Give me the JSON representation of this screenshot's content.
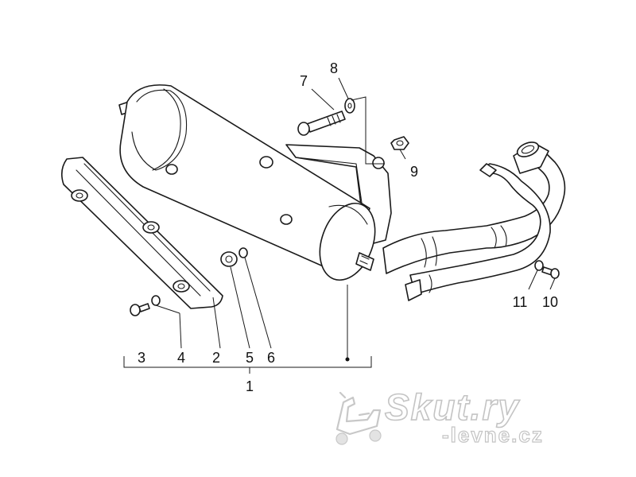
{
  "diagram": {
    "callouts": {
      "n1": "1",
      "n2": "2",
      "n3": "3",
      "n4": "4",
      "n5": "5",
      "n6": "6",
      "n7": "7",
      "n8": "8",
      "n9": "9",
      "n10": "10",
      "n11": "11"
    },
    "watermark": {
      "brand": "Skut.ry",
      "domain": "-levne.cz"
    }
  }
}
